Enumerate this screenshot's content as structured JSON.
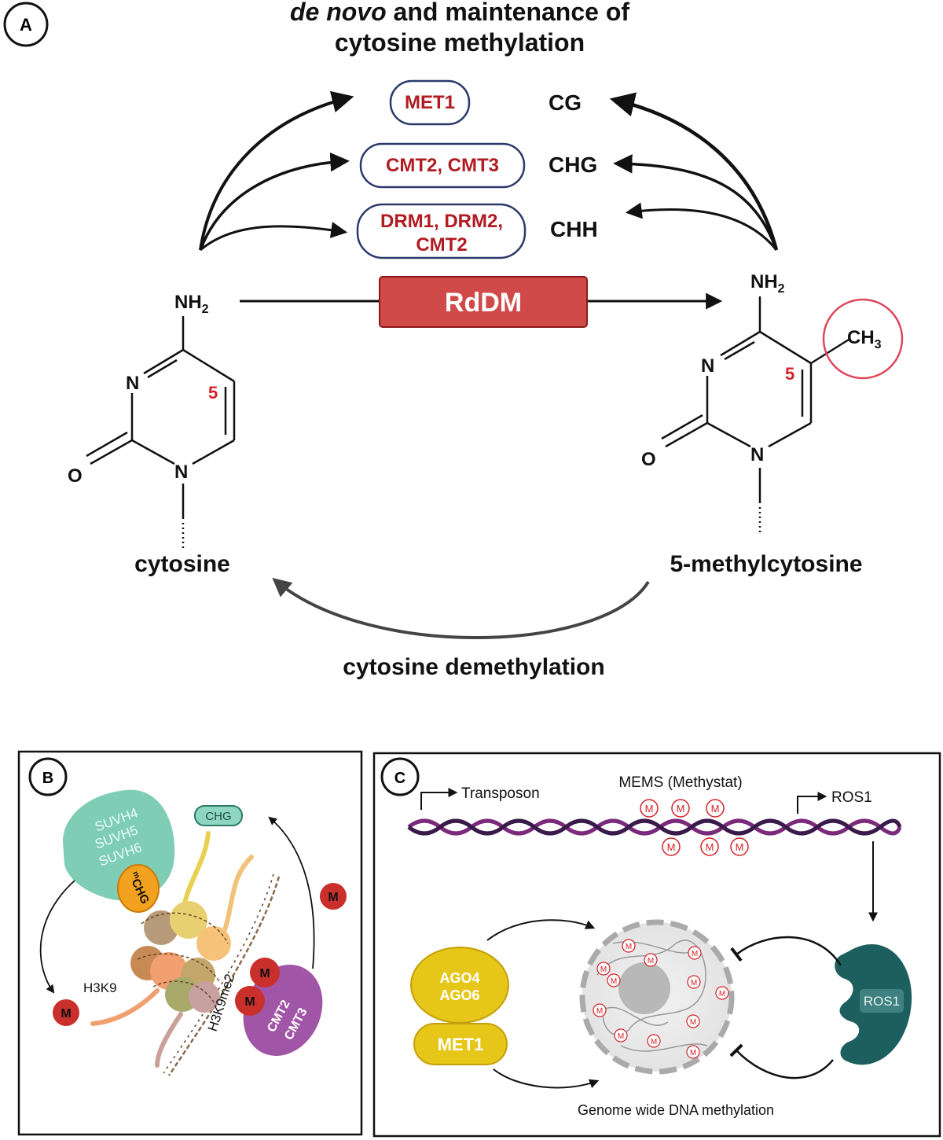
{
  "panel_a": {
    "label": "A",
    "title_italic": "de novo",
    "title_line1_rest": " and maintenance of",
    "title_line2": "cytosine methylation",
    "enzymes": {
      "met1": "MET1",
      "cmt": "CMT2, CMT3",
      "drm_line1": "DRM1, DRM2,",
      "drm_line2": "CMT2"
    },
    "contexts": {
      "cg": "CG",
      "chg": "CHG",
      "chh": "CHH"
    },
    "rddm": "RdDM",
    "cytosine": {
      "nh2": "NH",
      "nh2_sub": "2",
      "n3": "N",
      "n1": "N",
      "o": "O",
      "pos5": "5",
      "name": "cytosine"
    },
    "methylcytosine": {
      "nh2": "NH",
      "nh2_sub": "2",
      "ch3": "CH",
      "ch3_sub": "3",
      "n3": "N",
      "n1": "N",
      "o": "O",
      "pos5": "5",
      "name": "5-methylcytosine"
    },
    "demethylation": "cytosine demethylation",
    "colors": {
      "enzyme_text": "#b01c22",
      "enzyme_border": "#2b3a6b",
      "rddm_fill": "#d14a4a",
      "highlight_circle": "#e0455a"
    }
  },
  "panel_b": {
    "label": "B",
    "suvh": [
      "SUVH4",
      "SUVH5",
      "SUVH6"
    ],
    "mchg_sup": "m",
    "mchg": "CHG",
    "chg_tag": "CHG",
    "h3k9": "H3K9",
    "h3k9me2": "H3K9me2",
    "m": "M",
    "cmt": [
      "CMT2",
      "CMT3"
    ],
    "colors": {
      "suvh": "#7fcdb5",
      "cmt": "#a155a6",
      "m_badge": "#c9302c"
    }
  },
  "panel_c": {
    "label": "C",
    "transposon": "Transposon",
    "mems": "MEMS (Methystat)",
    "ros1_gene": "ROS1",
    "ago": [
      "AGO4",
      "AGO6"
    ],
    "met1": "MET1",
    "ros1_protein": "ROS1",
    "m": "M",
    "genome_wide": "Genome wide DNA methylation",
    "colors": {
      "dna_strand1": "#7b2a7b",
      "dna_strand2": "#3a1a4a",
      "ago": "#e6c619",
      "ros1": "#1d5f5f"
    }
  }
}
